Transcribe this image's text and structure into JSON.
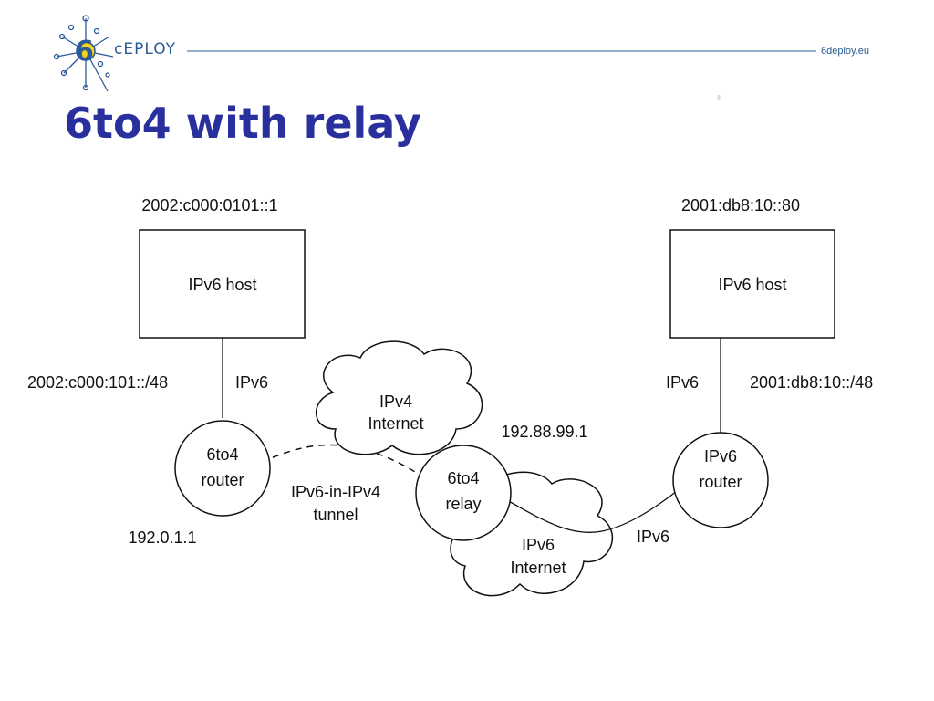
{
  "header": {
    "logo_text": "cEPLOY",
    "site_url": "6deploy.eu"
  },
  "title": "6to4 with relay",
  "diagram": {
    "left_host_address": "2002:c000:0101::1",
    "left_host_label": "IPv6 host",
    "left_prefix": "2002:c000:101::/48",
    "left_link_label": "IPv6",
    "left_router_line1": "6to4",
    "left_router_line2": "router",
    "left_router_ipv4": "192.0.1.1",
    "tunnel_line1": "IPv6-in-IPv4",
    "tunnel_line2": "tunnel",
    "ipv4_cloud_line1": "IPv4",
    "ipv4_cloud_line2": "Internet",
    "relay_line1": "6to4",
    "relay_line2": "relay",
    "relay_ipv4": "192.88.99.1",
    "ipv6_cloud_line1": "IPv6",
    "ipv6_cloud_line2": "Internet",
    "right_link_bottom_label": "IPv6",
    "right_router_line1": "IPv6",
    "right_router_line2": "router",
    "right_link_label": "IPv6",
    "right_prefix": "2001:db8:10::/48",
    "right_host_label": "IPv6 host",
    "right_host_address": "2001:db8:10::80"
  }
}
